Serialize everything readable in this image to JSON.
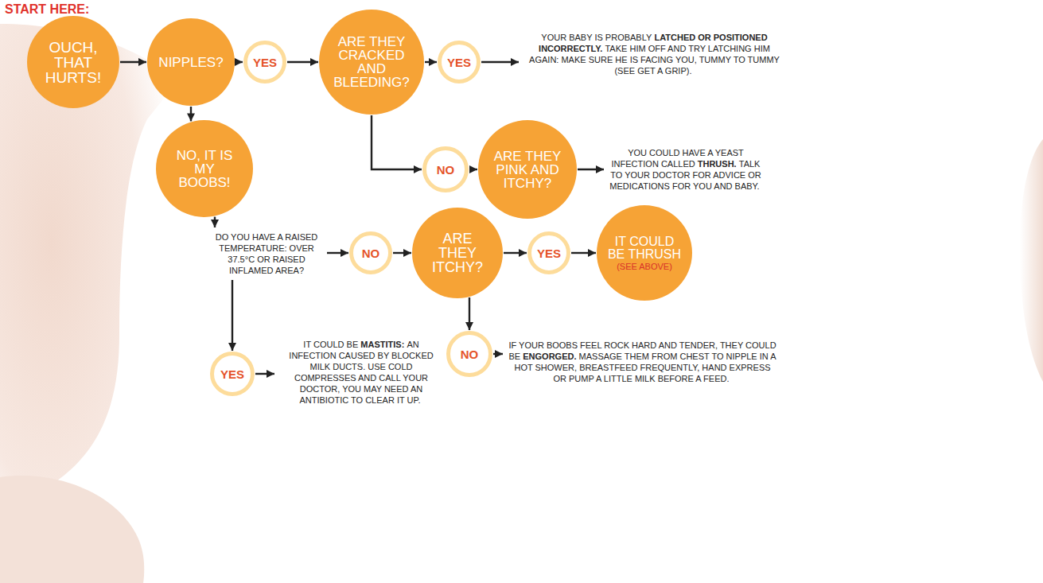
{
  "diagram": {
    "title": "START HERE:",
    "nodes": [
      {
        "text": [
          "OUCH, THAT HURTS!"
        ]
      },
      {
        "text": [
          "NIPPLES?"
        ]
      },
      {
        "text": [
          "YES"
        ]
      },
      {
        "text": [
          "ARE THEY CRACKED AND BLEEDING?"
        ]
      },
      {
        "text": [
          "YES"
        ]
      },
      {
        "text": [
          "YOUR BABY IS PROBABLY",
          "LATCHED OR POSITIONED INCORRECTLY.",
          "TAKE HIM OFF AND TRY LATCHING HIM AGAIN: MAKE SURE HE IS FACING YOU, TUMMY TO TUMMY (SEE GET A GRIP)."
        ]
      },
      {
        "text": [
          "NO"
        ]
      },
      {
        "text": [
          "ARE THEY PINK AND ITCHY?"
        ]
      },
      {
        "text": [
          "YOU COULD HAVE A YEAST INFECTION CALLED",
          "THRUSH.",
          "TALK TO YOUR DOCTOR FOR ADVICE OR MEDICATIONS FOR YOU AND BABY."
        ]
      },
      {
        "text": [
          "NO, IT IS MY BOOBS!"
        ]
      },
      {
        "text": [
          "DO YOU HAVE A RAISED TEMPERATURE: OVER 37.5°C OR RAISED INFLAMED AREA?"
        ]
      },
      {
        "text": [
          "NO"
        ]
      },
      {
        "text": [
          "ARE THEY ITCHY?"
        ]
      },
      {
        "text": [
          "YES"
        ]
      },
      {
        "text": [
          "IT COULD BE THRUSH",
          "(SEE ABOVE)"
        ]
      },
      {
        "text": [
          "YES"
        ]
      },
      {
        "text": [
          "IT COULD BE",
          "MASTITIS:",
          "AN INFECTION CAUSED BY BLOCKED MILK DUCTS. USE COLD COMPRESSES AND CALL YOUR DOCTOR, YOU MAY NEED AN ANTIBIOTIC TO CLEAR IT UP."
        ]
      },
      {
        "text": [
          "NO"
        ]
      },
      {
        "text": [
          "IF YOUR BOOBS FEEL ROCK HARD AND TENDER, THEY COULD BE",
          "ENGORGED.",
          "MASSAGE THEM FROM CHEST TO NIPPLE IN A HOT SHOWER, BREASTFEED FREQUENTLY, HAND EXPRESS OR PUMP A LITTLE MILK BEFORE A FEED."
        ]
      }
    ],
    "edges": [
      {
        "from": 0,
        "to": 1,
        "arrow": "to"
      },
      {
        "from": 1,
        "to": 2,
        "arrow": "to"
      },
      {
        "from": 2,
        "to": 3,
        "arrow": "to"
      },
      {
        "from": 3,
        "to": 4,
        "arrow": "to"
      },
      {
        "from": 4,
        "to": 5,
        "arrow": "to"
      },
      {
        "from": 3,
        "to": 6,
        "arrow": "to"
      },
      {
        "from": 6,
        "to": 7,
        "arrow": "to"
      },
      {
        "from": 7,
        "to": 8,
        "arrow": "to"
      },
      {
        "from": 1,
        "to": 9,
        "arrow": "to"
      },
      {
        "from": 9,
        "to": 10,
        "arrow": "to"
      },
      {
        "from": 10,
        "to": 11,
        "arrow": "to"
      },
      {
        "from": 11,
        "to": 12,
        "arrow": "to"
      },
      {
        "from": 12,
        "to": 13,
        "arrow": "to"
      },
      {
        "from": 13,
        "to": 14,
        "arrow": "to"
      },
      {
        "from": 10,
        "to": 15,
        "arrow": "to"
      },
      {
        "from": 15,
        "to": 16,
        "arrow": "to"
      },
      {
        "from": 12,
        "to": 17,
        "arrow": "to"
      },
      {
        "from": 17,
        "to": 18,
        "arrow": "to"
      }
    ]
  }
}
